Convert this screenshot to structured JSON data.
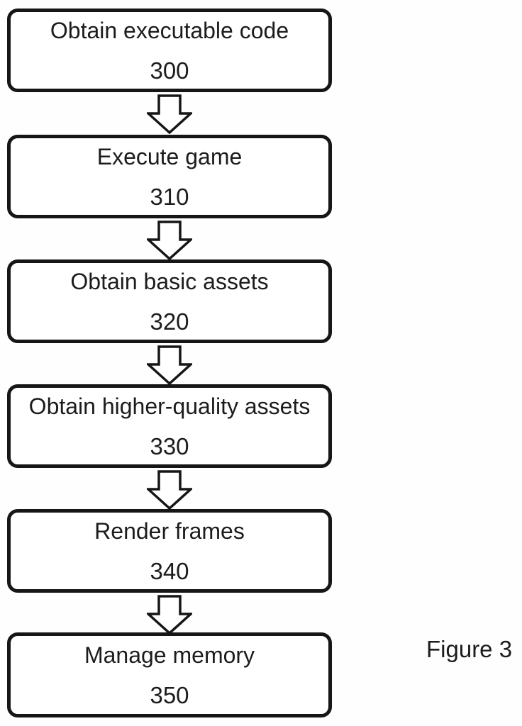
{
  "diagram": {
    "figure_label": "Figure 3",
    "nodes": [
      {
        "label": "Obtain executable code",
        "number": "300"
      },
      {
        "label": "Execute game",
        "number": "310"
      },
      {
        "label": "Obtain basic assets",
        "number": "320"
      },
      {
        "label": "Obtain higher-quality assets",
        "number": "330"
      },
      {
        "label": "Render frames",
        "number": "340"
      },
      {
        "label": "Manage memory",
        "number": "350"
      }
    ],
    "connector": "down-block-arrow",
    "colors": {
      "line": "#161616",
      "node_fill": "#ffffff",
      "background": "#fefefe"
    }
  }
}
